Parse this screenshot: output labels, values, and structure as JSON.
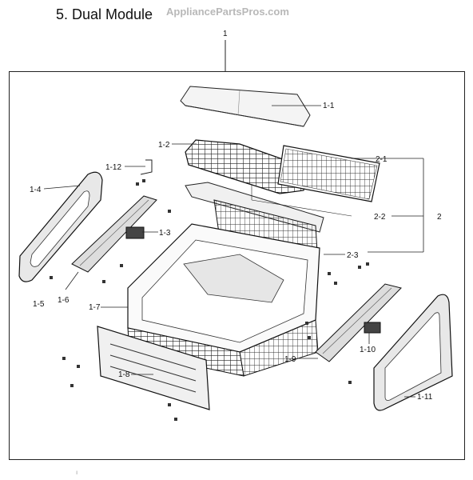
{
  "header": {
    "title": "5. Dual Module",
    "watermark": "AppliancePartsPros.com"
  },
  "callouts": {
    "c1": "1",
    "c1_1": "1-1",
    "c1_2": "1-2",
    "c1_3": "1-3",
    "c1_4": "1-4",
    "c1_5": "1-5",
    "c1_6": "1-6",
    "c1_7": "1-7",
    "c1_8": "1-8",
    "c1_9": "1-9",
    "c1_10": "1-10",
    "c1_11": "1-11",
    "c1_12": "1-12",
    "c2": "2",
    "c2_1": "2-1",
    "c2_2": "2-2",
    "c2_3": "2-3"
  },
  "footer": {
    "mark": "ı"
  }
}
